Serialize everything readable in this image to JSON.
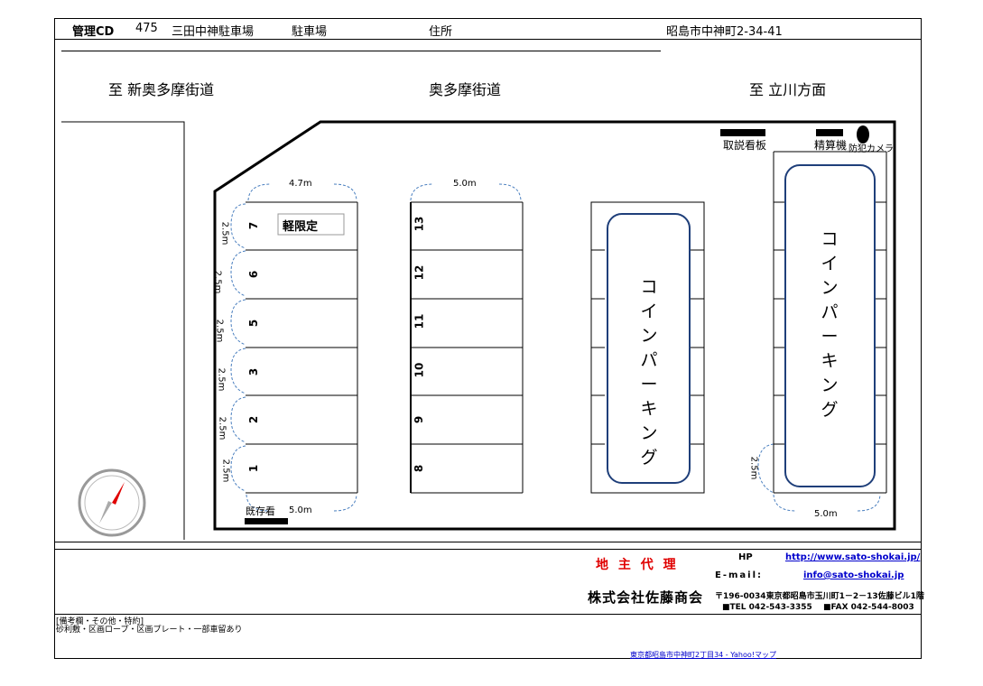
{
  "header": {
    "mgmt_label": "管理CD",
    "mgmt_code": "475",
    "lot_name": "三田中神駐車場",
    "category": "駐車場",
    "address_label": "住所",
    "address": "昭島市中神町2-34-41"
  },
  "roads": {
    "left": "至 新奥多摩街道",
    "center": "奥多摩街道",
    "right": "至 立川方面"
  },
  "map": {
    "sign_label": "取説看板",
    "payment_label": "精算機",
    "camera_label": "防犯カメラ",
    "existing_label": "既存看",
    "kei_label": "軽限定",
    "dim_top_left": "4.7m",
    "dim_top_mid": "5.0m",
    "dim_bottom_left": "5.0m",
    "dim_bottom_right": "5.0m",
    "dim_stall": "2.5m",
    "left_stalls": [
      "7",
      "6",
      "5",
      "3",
      "2",
      "1"
    ],
    "mid_stalls": [
      "13",
      "12",
      "11",
      "10",
      "9",
      "8"
    ],
    "coin_parking": [
      "コ",
      "イ",
      "ン",
      "パ",
      "ー",
      "キ",
      "ン",
      "グ"
    ]
  },
  "footer": {
    "agent_label": "地 主 代 理",
    "hp_label": "HP",
    "hp_url": "http://www.sato-shokai.jp/",
    "email_label": "E-mail:",
    "email": "info@sato-shokai.jp",
    "company": "株式会社佐藤商会",
    "company_address": "〒196-0034東京都昭島市玉川町1－2－13佐藤ビル1階",
    "tel": "■TEL 042-543-3355",
    "fax": "■FAX 042-544-8003",
    "notes_title": "[備考欄・その他・特約]",
    "notes_body": "砂利敷・区画ロープ・区画プレート・一部車留あり",
    "map_link": "東京都昭島市中神町2丁目34 - Yahoo!マップ"
  }
}
